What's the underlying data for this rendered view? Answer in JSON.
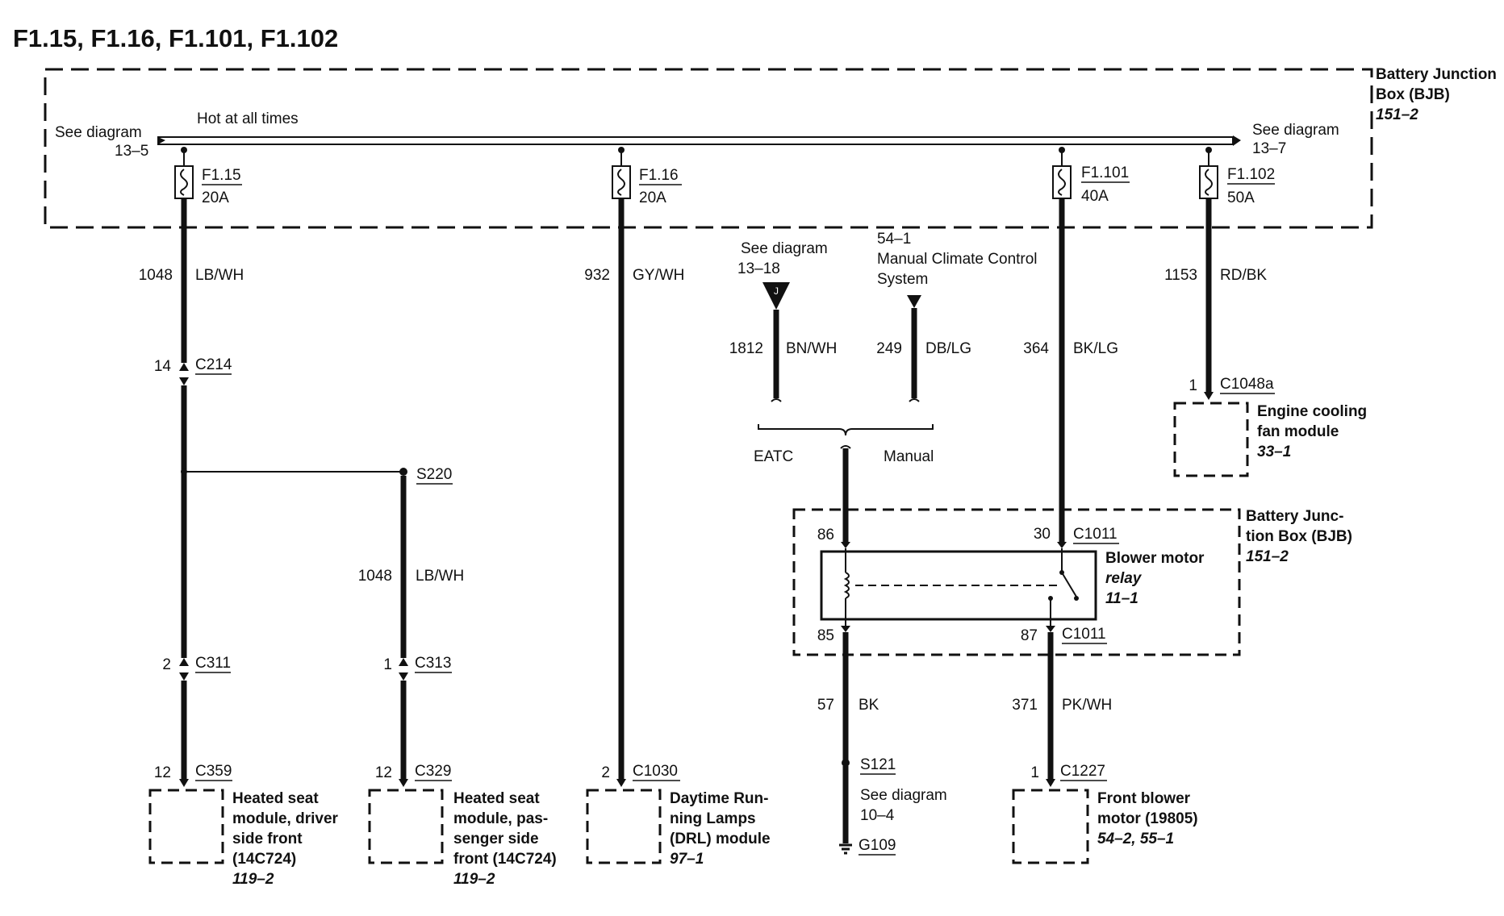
{
  "title": "F1.15, F1.16, F1.101, F1.102",
  "bjb_top": {
    "name_line1": "Battery Junction",
    "name_line2": "Box (BJB)",
    "ref": "151–2"
  },
  "bus": {
    "label": "Hot at all times",
    "left_ref_line1": "See diagram",
    "left_ref_line2": "13–5",
    "right_ref_line1": "See diagram",
    "right_ref_line2": "13–7"
  },
  "fuses": [
    {
      "name": "F1.15",
      "rating": "20A"
    },
    {
      "name": "F1.16",
      "rating": "20A"
    },
    {
      "name": "F1.101",
      "rating": "40A"
    },
    {
      "name": "F1.102",
      "rating": "50A"
    }
  ],
  "wires": {
    "w1048a": {
      "circuit": "1048",
      "color": "LB/WH"
    },
    "w1048b": {
      "circuit": "1048",
      "color": "LB/WH"
    },
    "w932": {
      "circuit": "932",
      "color": "GY/WH"
    },
    "w1812": {
      "circuit": "1812",
      "color": "BN/WH"
    },
    "w249": {
      "circuit": "249",
      "color": "DB/LG"
    },
    "w364": {
      "circuit": "364",
      "color": "BK/LG"
    },
    "w1153": {
      "circuit": "1153",
      "color": "RD/BK"
    },
    "w57": {
      "circuit": "57",
      "color": "BK"
    },
    "w371": {
      "circuit": "371",
      "color": "PK/WH"
    }
  },
  "connectors": {
    "c214": {
      "pin": "14",
      "name": "C214"
    },
    "c311": {
      "pin": "2",
      "name": "C311"
    },
    "c313": {
      "pin": "1",
      "name": "C313"
    },
    "c359": {
      "pin": "12",
      "name": "C359"
    },
    "c329": {
      "pin": "12",
      "name": "C329"
    },
    "c1030": {
      "pin": "2",
      "name": "C1030"
    },
    "c1048a": {
      "pin": "1",
      "name": "C1048a"
    },
    "c1011_86": {
      "pin": "86",
      "name": ""
    },
    "c1011_30": {
      "pin": "30",
      "name": "C1011"
    },
    "c1011_85": {
      "pin": "85",
      "name": ""
    },
    "c1011_87": {
      "pin": "87",
      "name": "C1011"
    },
    "c1227": {
      "pin": "1",
      "name": "C1227"
    }
  },
  "splices": {
    "s220": "S220",
    "s121": "S121",
    "g109": "G109"
  },
  "eatc_ref": {
    "line1": "See diagram",
    "line2": "13–18"
  },
  "manual_ref": {
    "line1": "54–1",
    "line2": "Manual Climate Control",
    "line3": "System"
  },
  "option_labels": {
    "eatc": "EATC",
    "manual": "Manual"
  },
  "ground_ref": {
    "line1": "See diagram",
    "line2": "10–4"
  },
  "components": {
    "seat_driver": {
      "lines": [
        "Heated seat",
        "module, driver",
        "side front",
        "(14C724)"
      ],
      "ref": "119–2"
    },
    "seat_pass": {
      "lines": [
        "Heated seat",
        "module, pas-",
        "senger side",
        "front (14C724)"
      ],
      "ref": "119–2"
    },
    "drl": {
      "lines": [
        "Daytime Run-",
        "ning Lamps",
        "(DRL) module"
      ],
      "ref": "97–1"
    },
    "fan": {
      "lines": [
        "Engine cooling",
        "fan module"
      ],
      "ref": "33–1"
    },
    "blower_relay": {
      "line1": "Blower motor",
      "line2": "relay",
      "ref": "11–1"
    },
    "bjb2": {
      "lines": [
        "Battery Junc-",
        "tion Box (BJB)"
      ],
      "ref": "151–2"
    },
    "blower_motor": {
      "lines": [
        "Front blower",
        "motor (19805)"
      ],
      "ref": "54–2, 55–1"
    }
  }
}
